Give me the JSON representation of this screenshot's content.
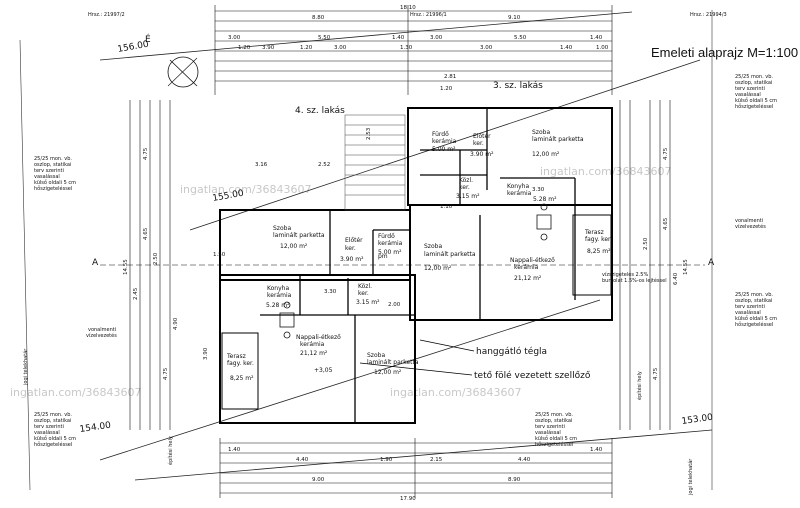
{
  "title": "Emeleti alaprajz  M=1:100",
  "hrsz": {
    "left": "Hrsz.: 21997/2",
    "mid": "Hrsz.: 21996/1",
    "right": "Hrsz.: 21994/3"
  },
  "border_lengths": {
    "top_left": "156.00",
    "bottom_left": "154.00",
    "bottom_right": "153.00",
    "mid_upper": "155.00"
  },
  "section_mark": "A",
  "north_letter": "É",
  "flats": {
    "upper": "3. sz. lakás",
    "lower": "4. sz. lakás"
  },
  "rooms": [
    {
      "id": "furdo-top",
      "name": "Fürdő",
      "floor": "kerámia",
      "area": "5.00 m²"
    },
    {
      "id": "eloter-top",
      "name": "Előtér",
      "floor": "ker.",
      "area": "3.90 m²"
    },
    {
      "id": "szoba-top-right",
      "name": "Szoba",
      "floor": "laminált parketta",
      "area": "12,00 m²"
    },
    {
      "id": "kozl-top",
      "name": "Közl.",
      "floor": "ker.",
      "area": "3.15 m²"
    },
    {
      "id": "konyha-top",
      "name": "Konyha",
      "floor": "kerámia",
      "area": "5.28 m²"
    },
    {
      "id": "szoba-mid-left",
      "name": "Szoba",
      "floor": "laminált parketta",
      "area": "12,00 m²"
    },
    {
      "id": "eloter-mid",
      "name": "Előtér",
      "floor": "ker.",
      "area": "3.90 m²"
    },
    {
      "id": "furdo-mid",
      "name": "Fürdő",
      "floor": "kerámia",
      "area": "5.00 m²"
    },
    {
      "id": "szoba-mid-center",
      "name": "Szoba",
      "floor": "laminált parketta",
      "area": "12,00 m²"
    },
    {
      "id": "nappali-right",
      "name": "Nappali-étkező",
      "floor": "kerámia",
      "area": "21,12 m²"
    },
    {
      "id": "terasz-right",
      "name": "Terasz",
      "floor": "fagy. ker.",
      "area": "8,25 m²"
    },
    {
      "id": "konyha-bottom",
      "name": "Konyha",
      "floor": "kerámia",
      "area": "5.28 m²"
    },
    {
      "id": "kozl-bottom",
      "name": "Közl.",
      "floor": "ker.",
      "area": "3.15 m²"
    },
    {
      "id": "nappali-left",
      "name": "Nappali-étkező",
      "floor": "kerámia",
      "area": "21,12 m²"
    },
    {
      "id": "szoba-bottom",
      "name": "Szoba",
      "floor": "laminált parketta",
      "area": "12,00 m²"
    },
    {
      "id": "terasz-left",
      "name": "Terasz",
      "floor": "fagy. ker.",
      "area": "8,25 m²"
    }
  ],
  "annotations": {
    "tile": "hanggátló tégla",
    "vent": "tető fölé vezetett szellőző",
    "elev": "+3,05",
    "pm": "pm"
  },
  "notes": {
    "column": [
      "25/25 mon. vb.",
      "oszlop, statikai",
      "terv szerinti",
      "vasalással",
      "külső oldali 5 cm",
      "hőszigeteléssel"
    ],
    "vonalmenti": [
      "vonalmenti",
      "vízelvezetés"
    ],
    "fall": [
      "vízszigetelés 2.5%",
      "burkolat 1.5%-os lejtéssel"
    ],
    "jogi": "jogi telekhatár",
    "epitesi": "építési hely"
  },
  "dims": {
    "top_total": "18.10",
    "top_row2": [
      "8.80",
      "9.10"
    ],
    "top_row3": [
      "3.00",
      "5.50",
      "1.40",
      "3.00",
      "5.50",
      "1.40"
    ],
    "top_row4": [
      "1.20",
      "3.90",
      "1.20",
      "3.00",
      "1.30",
      "3.00",
      "1.40",
      "1.00"
    ],
    "bottom_total": "17.90",
    "bottom_row2": [
      "9.00",
      "8.90"
    ],
    "bottom_row3": [
      "1.40",
      "4.40",
      "1.90",
      "2.15",
      "4.40",
      "1.40"
    ],
    "left_total": "14.55",
    "right_total": "14.55",
    "left_col": [
      "4.75",
      "4.65",
      "4.75",
      "2.50",
      "2.45",
      "4.90",
      "3.90"
    ],
    "right_col": [
      "4.75",
      "4.65",
      "6.40",
      "4.75",
      "2.50"
    ],
    "inner": [
      "3.16",
      "2.52",
      "2.53",
      "2.81",
      "3.30",
      "1.50",
      "2.00",
      "1.10",
      "1.20"
    ]
  },
  "watermarks": [
    "ingatlan.com/36843607",
    "ingatlan.com/36843607",
    "ingatlan.com/36843607",
    "ingatlan.com/36843607"
  ]
}
